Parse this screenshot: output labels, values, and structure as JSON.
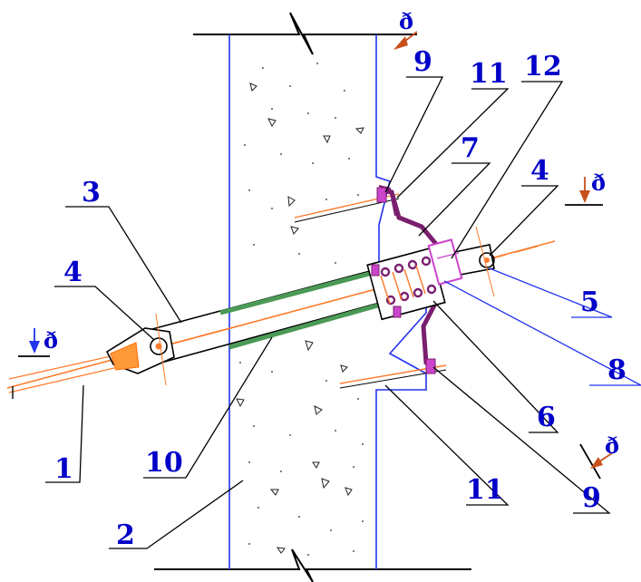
{
  "labels": {
    "l1": "1",
    "l2": "2",
    "l3": "3",
    "l4a": "4",
    "l4b": "4",
    "l5": "5",
    "l6": "6",
    "l7": "7",
    "l8": "8",
    "l9a": "9",
    "l9b": "9",
    "l10": "10",
    "l11a": "11",
    "l11b": "11",
    "l12": "12"
  },
  "section_marks": {
    "mark": "ð"
  },
  "colors": {
    "label": "#0000c8",
    "wall_edge": "#2233ee",
    "rod": "#ff7a2a",
    "green_sheath": "#4a9a55",
    "bracket": "#7a1f6e",
    "nut": "#cc44cc",
    "arrow": "#c8501a",
    "leader": "#000000"
  }
}
